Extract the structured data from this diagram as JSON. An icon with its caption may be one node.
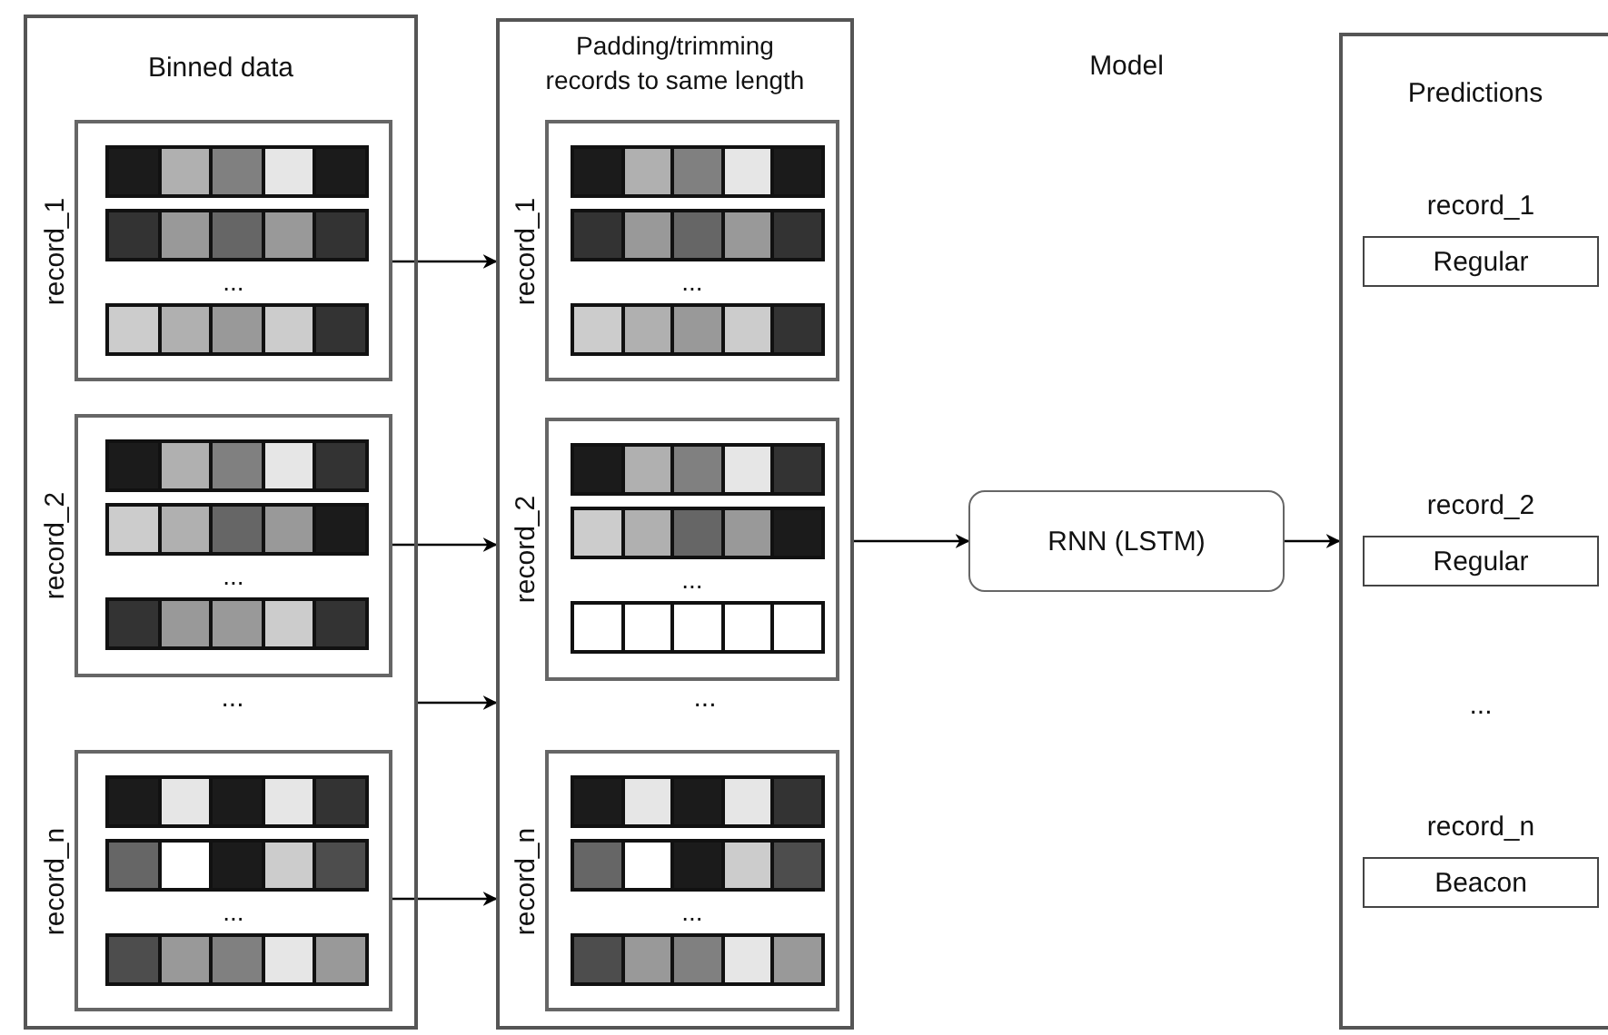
{
  "diagram": {
    "nodes": [
      {
        "text": [
          "Binned data"
        ]
      },
      {
        "text": [
          "record_1",
          "..."
        ],
        "in": 0
      },
      {
        "text": [
          "record_2",
          "..."
        ],
        "in": 0
      },
      {
        "text": [
          "record_n",
          "..."
        ],
        "in": 0
      },
      {
        "text": [
          "Padding/trimming records to same length"
        ]
      },
      {
        "text": [
          "record_1",
          "..."
        ],
        "in": 4
      },
      {
        "text": [
          "record_2",
          "..."
        ],
        "in": 4
      },
      {
        "text": [
          "record_n",
          "..."
        ],
        "in": 4
      },
      {
        "text": [
          "RNN (LSTM)"
        ]
      },
      {
        "text": [
          "Predictions"
        ]
      },
      {
        "text": [
          "record_1",
          "Regular"
        ],
        "in": 9
      },
      {
        "text": [
          "record_2",
          "Regular"
        ],
        "in": 9
      },
      {
        "text": [
          "record_n",
          "Beacon"
        ],
        "in": 9
      }
    ],
    "edges": [
      {
        "from": 1,
        "to": 4,
        "arrow": "to"
      },
      {
        "from": 2,
        "to": 4,
        "arrow": "to"
      },
      {
        "from": 0,
        "to": 4,
        "arrow": "to"
      },
      {
        "from": 3,
        "to": 4,
        "arrow": "to"
      },
      {
        "from": 4,
        "to": 8,
        "arrow": "to"
      },
      {
        "from": 8,
        "to": 9,
        "arrow": "to"
      }
    ],
    "labels": [
      "Model",
      "...",
      "...",
      "..."
    ]
  }
}
